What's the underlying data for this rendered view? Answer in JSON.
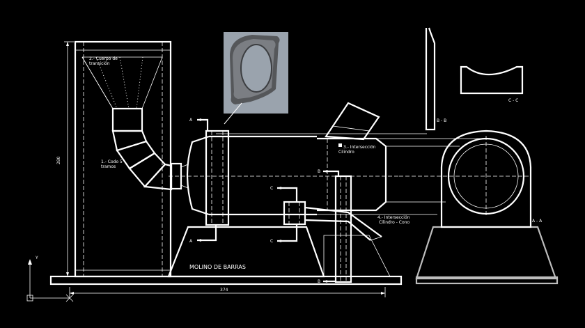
{
  "labels": {
    "funnel": [
      "2.- Cuerpo de",
      "transición"
    ],
    "elbow": [
      "1.- Codo 5",
      "tramos"
    ],
    "cyl_intersection": [
      "3.- Intersección",
      "Cilindro"
    ],
    "cone_intersection": [
      "4.- Intersección",
      "Cilindro - Cono"
    ],
    "title": "MOLINO DE BARRAS",
    "dim_height": "280",
    "dim_width": "374",
    "section_a_top": "A",
    "section_a_bottom": "A",
    "section_b_top": "B",
    "section_b_bottom": "B",
    "section_c_top": "C",
    "section_c_bottom": "C",
    "view_bb": "B - B",
    "view_cc": "C - C",
    "view_aa": "A - A",
    "ucs_y": "Y"
  },
  "colors": {
    "background": "#000000",
    "lines": "#ffffff",
    "section_view": "#bdbdbd",
    "preview_bg": "#9aa3ad"
  }
}
